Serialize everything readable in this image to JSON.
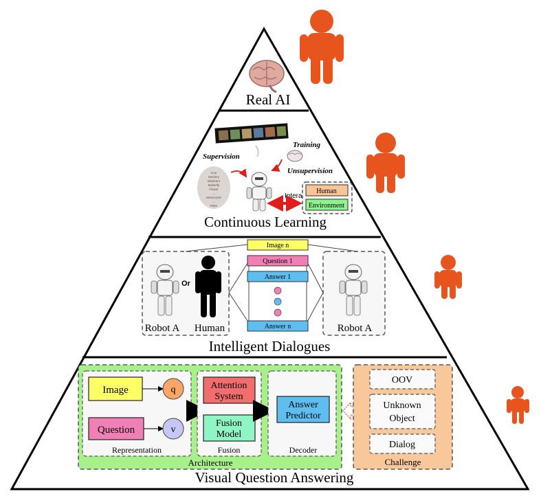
{
  "levels": {
    "real_ai": {
      "label": "Real AI"
    },
    "continuous_learning": {
      "label": "Continuous Learning",
      "supervision": "Supervision",
      "training": "Training",
      "unsupervision": "Unsupervision",
      "interaction": "Interaction",
      "human": "Human",
      "environment": "Environment",
      "word_cloud": [
        "Lion",
        "Monkey",
        "Elephant",
        "Butterfly",
        "Flower",
        "…",
        "Motorcycle",
        "…",
        "Plate"
      ]
    },
    "intelligent_dialogues": {
      "label": "Intelligent Dialogues",
      "or": "Or",
      "robot_left": "Robot A",
      "human": "Human",
      "robot_right": "Robot A",
      "image_n": "Image n",
      "question_1": "Question 1",
      "answer_1": "Answer 1",
      "answer_n": "Answer n"
    },
    "vqa": {
      "label": "Visual Question Answering",
      "image": "Image",
      "question": "Question",
      "q": "q",
      "v": "v",
      "representation": "Representation",
      "attention": [
        "Attention",
        "System"
      ],
      "fusion_model": [
        "Fusion",
        "Model"
      ],
      "fusion": "Fusion",
      "answer_predictor": [
        "Answer",
        "Predictor"
      ],
      "decoder": "Decoder",
      "architecture": "Architecture",
      "oov": "OOV",
      "unknown_object": [
        "Unknown",
        "Object"
      ],
      "dialog": "Dialog",
      "challenge": "Challenge"
    }
  },
  "colors": {
    "person": "#e8541e",
    "architecture_bg": "#a7f08c",
    "challenge_bg": "#f9c89a",
    "image_yellow": "#ffff66",
    "question_pink": "#f07fb6",
    "circle_orange": "#f9a668",
    "circle_purple": "#c5c8f5",
    "attention_red": "#f26d6d",
    "fusion_green": "#8ff5c5",
    "answer_blue": "#5fbef0",
    "human_orange": "#f9c596",
    "env_green": "#8ef28e",
    "interaction_red": "#e21b1b"
  }
}
